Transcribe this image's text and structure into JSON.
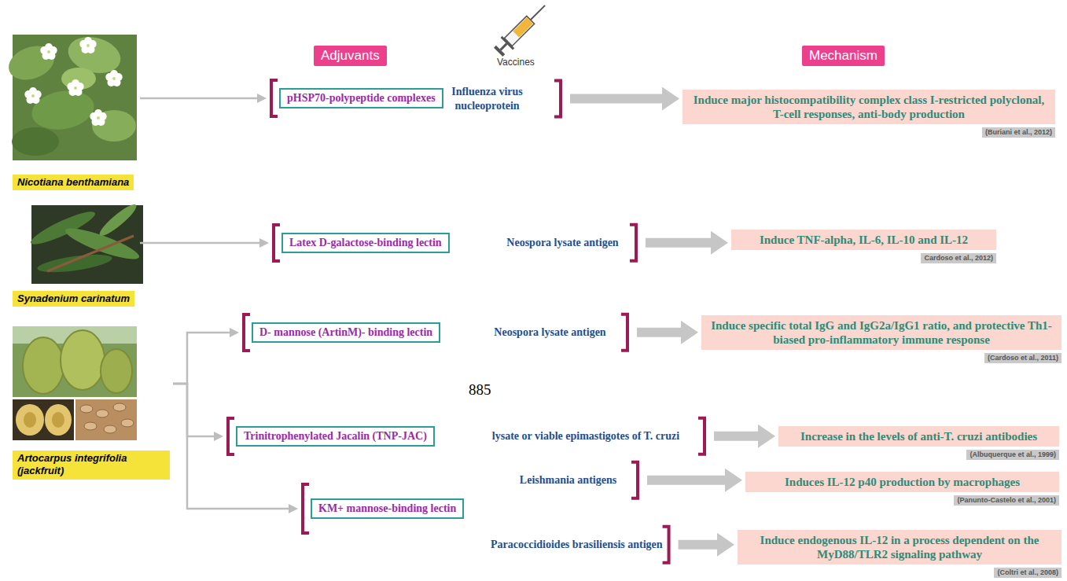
{
  "diagram": {
    "nodes": [
      {
        "text": [
          "Adjuvants"
        ]
      },
      {
        "text": [
          "Mechanism"
        ]
      },
      {
        "text": [
          "Nicotiana benthamiana"
        ]
      },
      {
        "text": [
          "pHSP70-polypeptide complexes"
        ]
      },
      {
        "text": [
          "Influenza virus nucleoprotein"
        ]
      },
      {
        "text": [
          "Induce major histocompatibility complex class I-restricted polyclonal, T-cell responses, anti-body production"
        ]
      },
      {
        "text": [
          "(Buriani et al., 2012)"
        ]
      },
      {
        "text": [
          "Synadenium carinatum"
        ]
      },
      {
        "text": [
          "Latex D-galactose-binding lectin"
        ]
      },
      {
        "text": [
          "Neospora lysate antigen"
        ]
      },
      {
        "text": [
          "Induce TNF-alpha, IL-6, IL-10 and IL-12"
        ]
      },
      {
        "text": [
          "Cardoso et al., 2012)"
        ]
      },
      {
        "text": [
          "Artocarpus integrifolia (jackfruit)"
        ]
      },
      {
        "text": [
          "D- mannose (ArtinM)- binding lectin"
        ]
      },
      {
        "text": [
          "Neospora lysate antigen"
        ]
      },
      {
        "text": [
          "Induce specific total IgG and IgG2a/IgG1 ratio, and protective Th1-biased pro-inflammatory immune response"
        ]
      },
      {
        "text": [
          "(Cardoso et al., 2011)"
        ]
      },
      {
        "text": [
          "Trinitrophenylated Jacalin (TNP-JAC)"
        ]
      },
      {
        "text": [
          "lysate or viable epimastigotes of T. cruzi"
        ]
      },
      {
        "text": [
          "Increase in the levels of anti-T. cruzi antibodies"
        ]
      },
      {
        "text": [
          "(Albuquerque et al., 1999)"
        ]
      },
      {
        "text": [
          "KM+ mannose-binding lectin"
        ]
      },
      {
        "text": [
          "Leishmania antigens"
        ]
      },
      {
        "text": [
          "Induces IL-12 p40 production by macrophages"
        ]
      },
      {
        "text": [
          "(Panunto-Castelo et al., 2001)"
        ]
      },
      {
        "text": [
          "Paracoccidioides brasiliensis antigen"
        ]
      },
      {
        "text": [
          "Induce endogenous IL-12 in a process dependent on the MyD88/TLR2 signaling pathway"
        ]
      },
      {
        "text": [
          "(Coltri et al., 2008)"
        ]
      }
    ],
    "edges": [
      {
        "from": 2,
        "to": 3,
        "arrow": "to"
      },
      {
        "from": 7,
        "to": 8,
        "arrow": "to"
      },
      {
        "from": 12,
        "to": 13,
        "arrow": "to"
      },
      {
        "from": 12,
        "to": 17,
        "arrow": "to"
      },
      {
        "from": 12,
        "to": 21,
        "arrow": "to"
      },
      {
        "from": 4,
        "to": 5,
        "arrow": "to"
      },
      {
        "from": 9,
        "to": 10,
        "arrow": "to"
      },
      {
        "from": 14,
        "to": 15,
        "arrow": "to"
      },
      {
        "from": 18,
        "to": 19,
        "arrow": "to"
      },
      {
        "from": 22,
        "to": 23,
        "arrow": "to"
      },
      {
        "from": 25,
        "to": 26,
        "arrow": "to"
      }
    ],
    "labels": [
      "Vaccines",
      "885"
    ]
  }
}
